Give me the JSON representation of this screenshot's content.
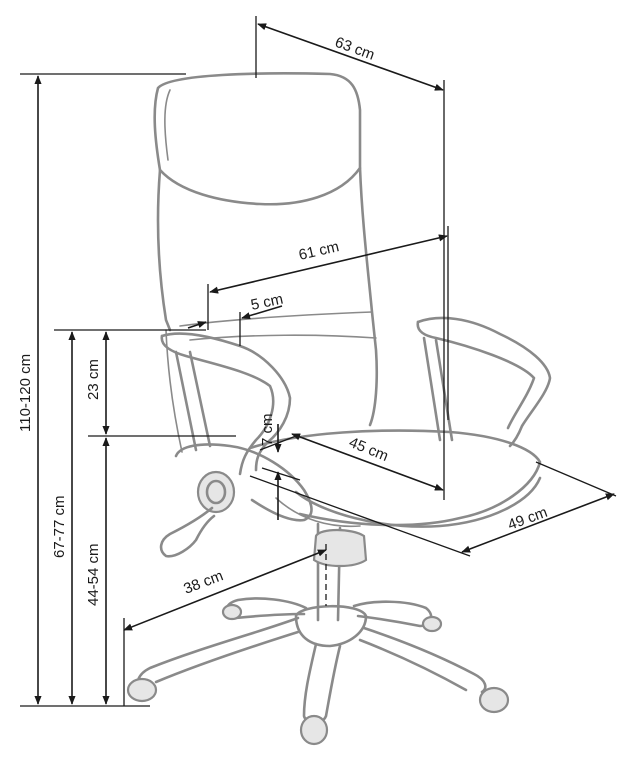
{
  "diagram": {
    "subject": "office-chair",
    "dimensions": {
      "width_top": "63 cm",
      "backrest_width": "61 cm",
      "armrest_width": "5 cm",
      "overall_height": "110-120 cm",
      "armrest_height": "67-77 cm",
      "armrest_above_seat": "23 cm",
      "seat_height": "44-54 cm",
      "seat_thickness": "7 cm",
      "seat_depth": "45 cm",
      "seat_width": "49 cm",
      "base_radius": "38 cm"
    }
  }
}
